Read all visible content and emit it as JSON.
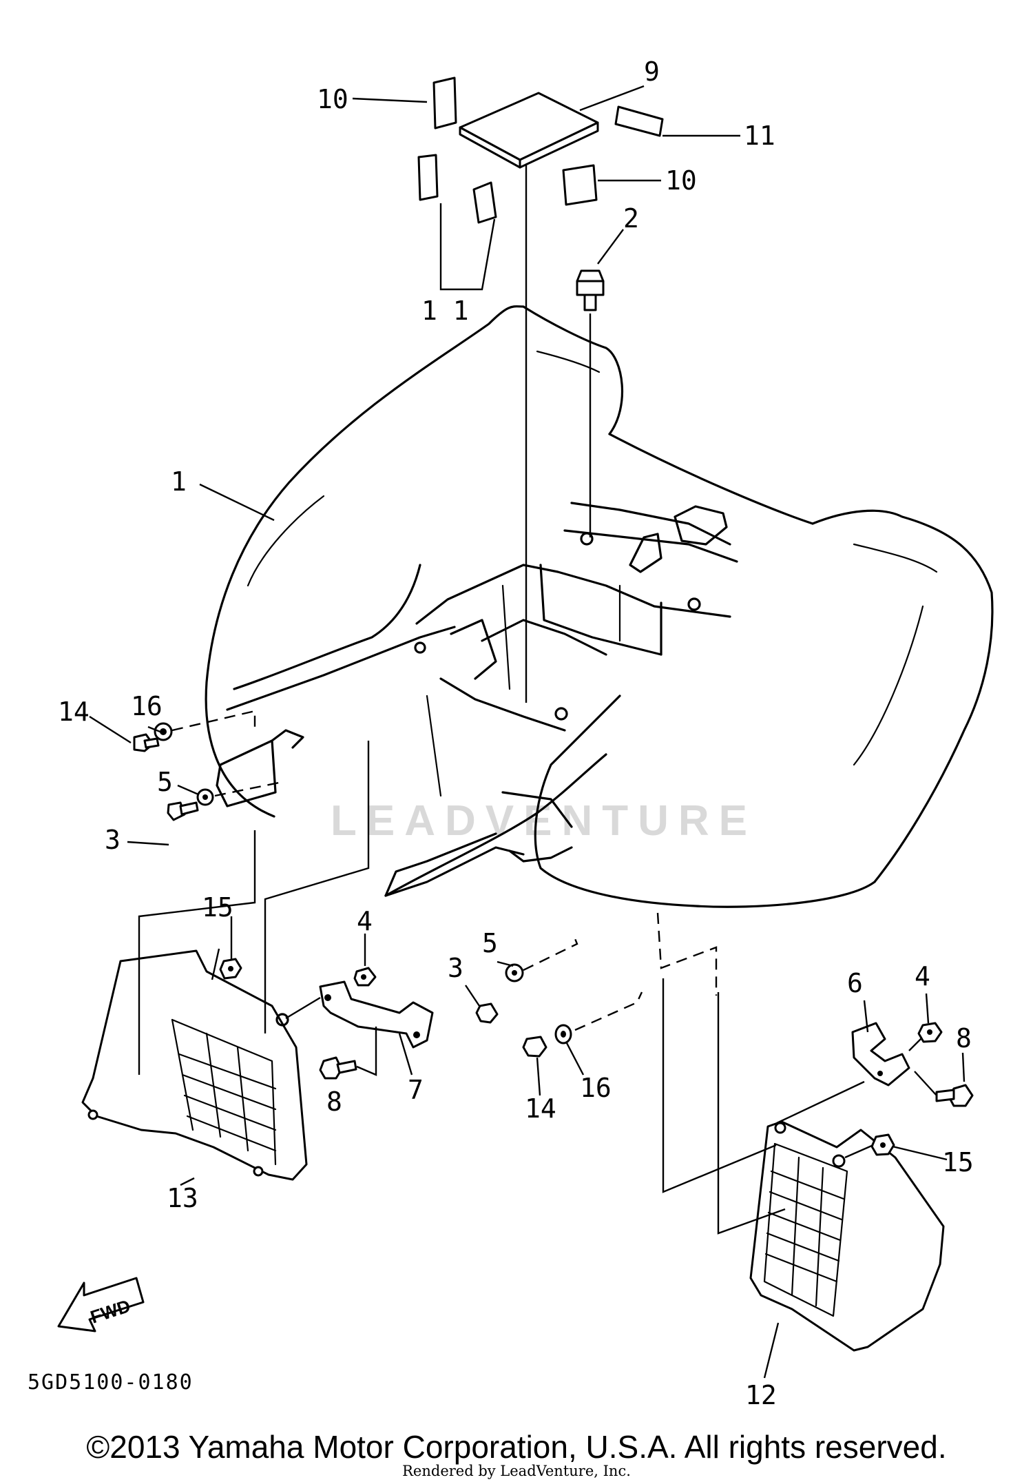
{
  "diagram": {
    "part_code": "5GD5100-0180",
    "forward_label": "FWD",
    "watermark": "LEADVENTURE",
    "callouts": {
      "fender": "1",
      "bolt_top": "2",
      "bolt_left": "3",
      "bolt_right": "3",
      "nut_left": "4",
      "nut_right": "4",
      "washer_left": "5",
      "washer_right": "5",
      "bracket_right": "6",
      "bracket_left": "7",
      "bolt8_left": "8",
      "bolt8_right": "8",
      "pad": "9",
      "reflector_left": "10",
      "reflector_right": "10",
      "reflector11_right": "11",
      "reflector11_bottom": "1 1",
      "mudguard_right": "12",
      "mudguard_left": "13",
      "screw_left": "14",
      "screw_right": "14",
      "nut15_left": "15",
      "nut15_right": "15",
      "grommet_left": "16",
      "grommet_right": "16"
    }
  },
  "footer": {
    "copyright": "©2013 Yamaha Motor Corporation, U.S.A. All rights reserved.",
    "rendered_by": "Rendered by LeadVenture, Inc."
  }
}
